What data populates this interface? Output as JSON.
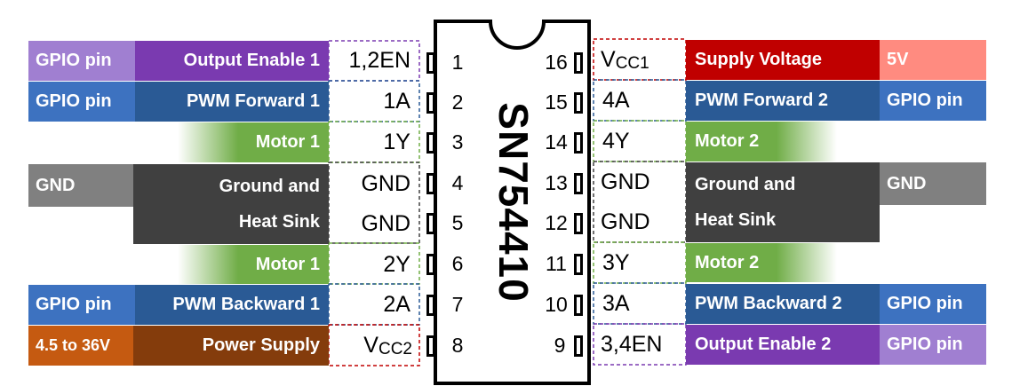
{
  "chip": {
    "name": "SN754410"
  },
  "colors": {
    "gpio_purple": "#a07fd1",
    "enable_purple": "#7a3ab0",
    "gpio_blue": "#3d72c0",
    "pwm_blue": "#2a5a95",
    "motor_green": "#70ad47",
    "gnd_gray": "#808080",
    "gnd_dark": "#404040",
    "supply_red": "#c00000",
    "supply_pink": "#ff8b80",
    "power_orange": "#c55a11",
    "power_brown": "#843c0c"
  },
  "left_pins": [
    {
      "num": "1",
      "name": "1,2EN",
      "function": "Output Enable 1",
      "connect": "GPIO pin"
    },
    {
      "num": "2",
      "name": "1A",
      "function": "PWM Forward 1",
      "connect": "GPIO pin"
    },
    {
      "num": "3",
      "name": "1Y",
      "function": "Motor 1",
      "connect": ""
    },
    {
      "num": "4",
      "name": "GND",
      "function": "Ground and",
      "connect": "GND"
    },
    {
      "num": "5",
      "name": "GND",
      "function": "Heat Sink",
      "connect": ""
    },
    {
      "num": "6",
      "name": "2Y",
      "function": "Motor 1",
      "connect": ""
    },
    {
      "num": "7",
      "name": "2A",
      "function": "PWM Backward 1",
      "connect": "GPIO pin"
    },
    {
      "num": "8",
      "name": "V",
      "name_sub": "CC2",
      "function": "Power Supply",
      "connect": "4.5 to 36V"
    }
  ],
  "right_pins": [
    {
      "num": "16",
      "name": "V",
      "name_sub": "CC1",
      "function": "Supply Voltage",
      "connect": "5V"
    },
    {
      "num": "15",
      "name": "4A",
      "function": "PWM Forward 2",
      "connect": "GPIO pin"
    },
    {
      "num": "14",
      "name": "4Y",
      "function": "Motor 2",
      "connect": ""
    },
    {
      "num": "13",
      "name": "GND",
      "function": "Ground and",
      "connect": "GND"
    },
    {
      "num": "12",
      "name": "GND",
      "function": "Heat Sink",
      "connect": ""
    },
    {
      "num": "11",
      "name": "3Y",
      "function": "Motor 2",
      "connect": ""
    },
    {
      "num": "10",
      "name": "3A",
      "function": "PWM Backward 2",
      "connect": "GPIO pin"
    },
    {
      "num": "9",
      "name": "3,4EN",
      "function": "Output Enable 2",
      "connect": "GPIO pin"
    }
  ]
}
